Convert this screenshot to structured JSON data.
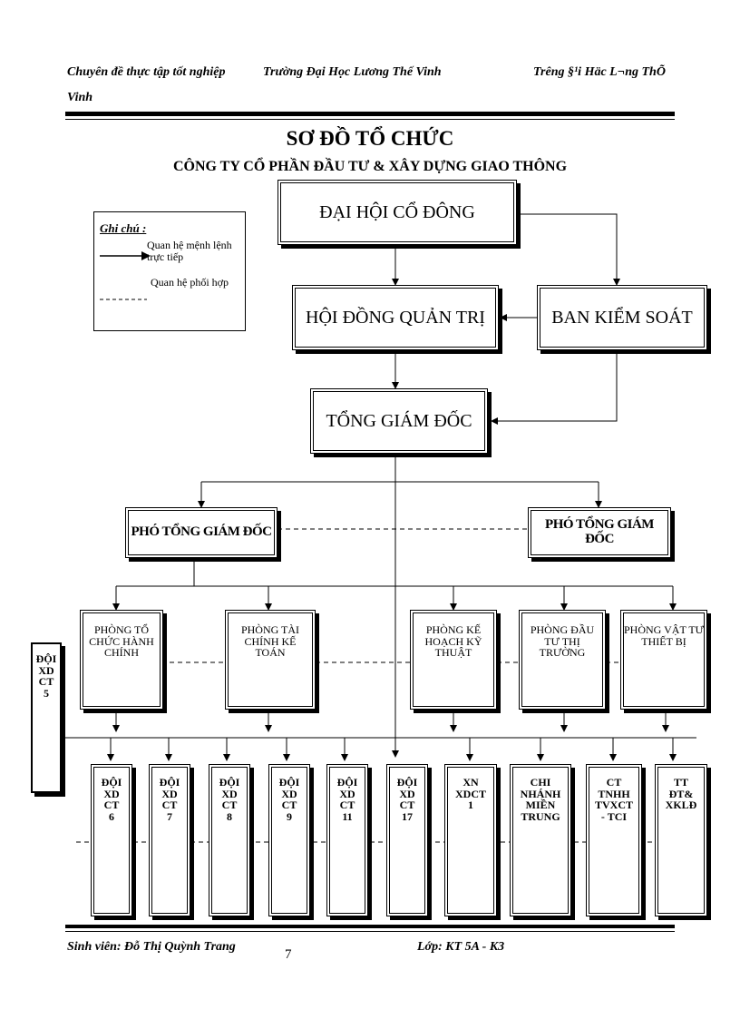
{
  "header": {
    "left": "Chuyên đề thực tập tốt nghiệp",
    "left_cont": "Vinh",
    "center": "Trường Đại Học Lương Thế Vinh",
    "right": "Trêng §¹i Häc L¬ng ThÕ"
  },
  "title": "SƠ ĐỒ TỔ CHỨC",
  "subtitle": "CÔNG TY CỔ PHẦN ĐẦU TƯ & XÂY DỰNG GIAO THÔNG",
  "legend": {
    "title": "Ghi chú :",
    "solid_label": "Quan hệ mệnh lệnh trực tiếp",
    "dashed_label": "Quan hệ phối hợp"
  },
  "nodes": {
    "dai_hoi": "ĐẠI HỘI CỔ ĐÔNG",
    "hdqt": "HỘI ĐỒNG QUẢN TRỊ",
    "bks": "BAN KIỂM SOÁT",
    "tgd": "TỔNG GIÁM ĐỐC",
    "pho_left": "PHÓ TỔNG GIÁM ĐỐC",
    "pho_right": "PHÓ TỔNG GIÁM ĐỐC"
  },
  "departments": [
    "PHÒNG TỔ CHỨC HÀNH CHÍNH",
    "PHÒNG TÀI CHÍNH KẾ TOÁN",
    "PHÒNG KẾ HOẠCH KỸ THUẬT",
    "PHÒNG ĐẦU TƯ THỊ TRƯỜNG",
    "PHÒNG VẬT TƯ THIẾT BỊ"
  ],
  "side_unit": "ĐỘI\nXD\nCT\n5",
  "units": [
    "ĐỘI\nXD\nCT\n6",
    "ĐỘI\nXD\nCT\n7",
    "ĐỘI\nXD\nCT\n8",
    "ĐỘI\nXD\nCT\n9",
    "ĐỘI\nXD\nCT\n11",
    "ĐỘI\nXD\nCT\n17",
    "XN\nXDCT\n1",
    "CHI\nNHÁNH\nMIỀN\nTRUNG",
    "CT\nTNHH\nTVXCT\n- TCI",
    "TT\nĐT&\nXKLĐ"
  ],
  "footer": {
    "student": "Sinh viên: Đỗ Thị Quỳnh Trang",
    "page": "7",
    "class": "Lớp: KT 5A - K3"
  }
}
